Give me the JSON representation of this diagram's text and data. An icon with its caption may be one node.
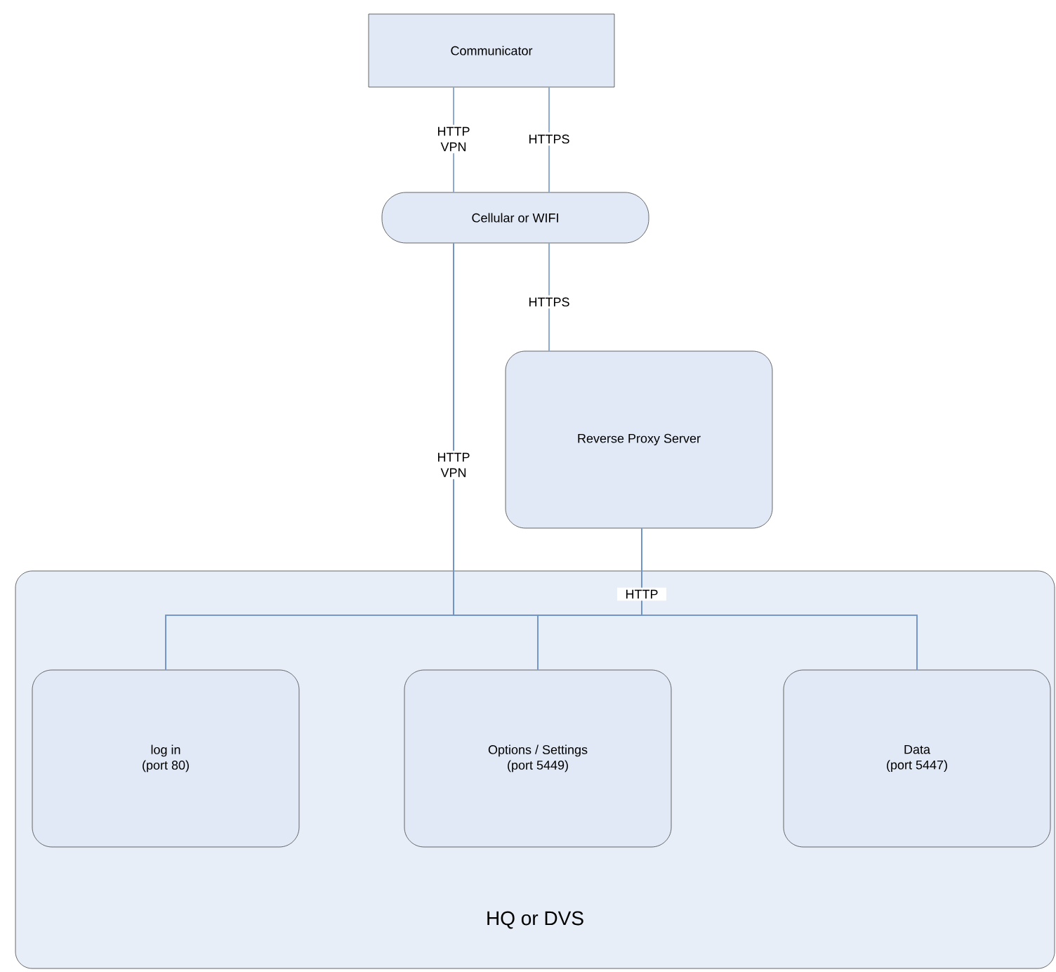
{
  "diagram": {
    "nodes": [
      {
        "text": [
          "Communicator"
        ]
      },
      {
        "text": [
          "Cellular or WIFI"
        ]
      },
      {
        "text": [
          "Reverse Proxy Server"
        ]
      },
      {
        "text": [
          "HQ or DVS"
        ]
      },
      {
        "text": [
          "log in",
          "(port 80)"
        ],
        "in": 3
      },
      {
        "text": [
          "Options / Settings",
          "(port 5449)"
        ],
        "in": 3
      },
      {
        "text": [
          "Data",
          "(port 5447)"
        ],
        "in": 3
      }
    ],
    "edges": [
      {
        "from": 0,
        "to": 1,
        "arrow": "none",
        "label": "HTTP VPN"
      },
      {
        "from": 0,
        "to": 1,
        "arrow": "none",
        "label": "HTTPS"
      },
      {
        "from": 1,
        "to": 2,
        "arrow": "none",
        "label": "HTTPS"
      },
      {
        "from": 1,
        "to": 4,
        "arrow": "none",
        "label": "HTTP VPN"
      },
      {
        "from": 1,
        "to": 5,
        "arrow": "none"
      },
      {
        "from": 1,
        "to": 6,
        "arrow": "none"
      },
      {
        "from": 2,
        "to": 4,
        "arrow": "none",
        "label": "HTTP"
      },
      {
        "from": 2,
        "to": 5,
        "arrow": "none"
      },
      {
        "from": 2,
        "to": 6,
        "arrow": "none"
      }
    ]
  }
}
